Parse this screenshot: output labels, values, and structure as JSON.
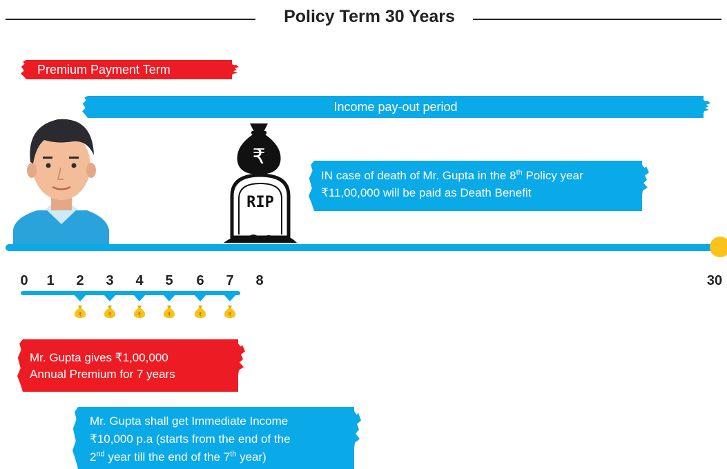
{
  "title": "Policy Term 30 Years",
  "premium_term_label": "Premium Payment Term",
  "payout_label": "Income pay-out period",
  "death_note": {
    "line1_pre": "IN case of death of Mr. Gupta in the 8",
    "line1_sup": "th",
    "line1_post": " Policy year",
    "line2": "₹11,00,000 will be paid as Death Benefit"
  },
  "tombstone_text": "RIP",
  "money_bag_symbol": "₹",
  "timeline_ticks": [
    "0",
    "1",
    "2",
    "3",
    "4",
    "5",
    "6",
    "7",
    "8",
    "30"
  ],
  "coin_symbol": "₹",
  "premium_note": {
    "line1": "Mr. Gupta gives ₹1,00,000",
    "line2": "Annual Premium for 7 years"
  },
  "income_note": {
    "line1": "Mr. Gupta shall get Immediate Income",
    "line2": "₹10,000 p.a (starts from the end of the",
    "line3_a": "2",
    "line3_sup1": "nd",
    "line3_b": " year till the end of the 7",
    "line3_sup2": "th",
    "line3_c": " year)"
  },
  "colors": {
    "red": "#ed1c24",
    "blue": "#0aa9e8",
    "gold": "#fbc21b",
    "dark": "#222222"
  }
}
